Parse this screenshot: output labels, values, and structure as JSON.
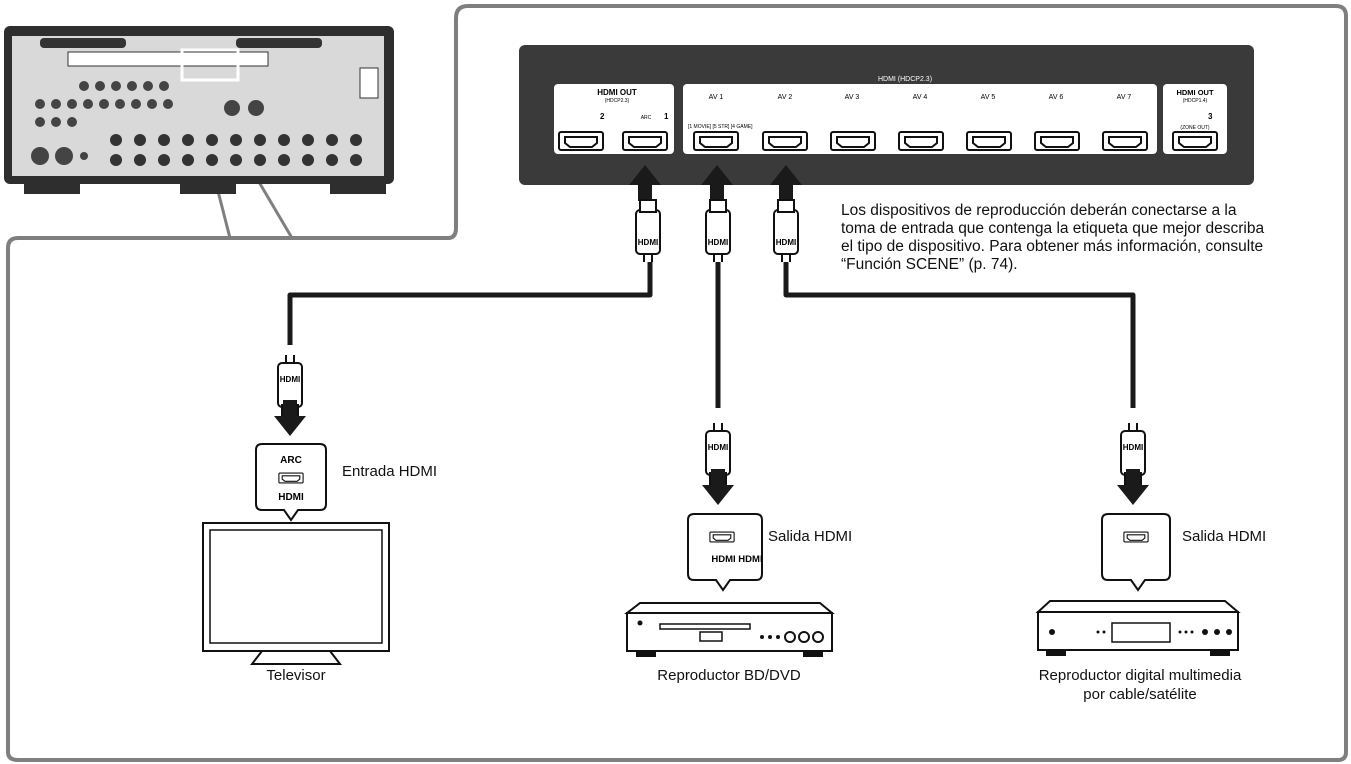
{
  "panel": {
    "hdmi_header": "HDMI (HDCP2.3)",
    "hdmi_out_left": {
      "title": "HDMI OUT",
      "sub": "(HDCP2.3)",
      "port_2": "2",
      "port_1": "1",
      "arc": "ARC"
    },
    "inputs": [
      "AV 1",
      "AV 2",
      "AV 3",
      "AV 4",
      "AV 5",
      "AV 6",
      "AV 7"
    ],
    "input_tags": "[1 MOVIE] [5 STR] [4 GAME]",
    "hdmi_out_right": {
      "title": "HDMI OUT",
      "sub": "(HDCP1.4)",
      "port_3": "3",
      "zone": "(ZONE OUT)"
    }
  },
  "cable_label": "HDMI",
  "note_lines": [
    "Los dispositivos de reproducción deberán conectarse a la",
    "toma de entrada que contenga la etiqueta que mejor describa",
    "el tipo de dispositivo. Para obtener más información, consulte",
    "“Función SCENE” (p. 74)."
  ],
  "tv": {
    "jack_arc": "ARC",
    "jack_hdmi": "HDMI",
    "jack_label": "Entrada HDMI",
    "device_label": "Televisor"
  },
  "bd": {
    "jack_text": "HDMI HDMI",
    "jack_label": "Salida HDMI",
    "device_label": "Reproductor BD/DVD"
  },
  "media": {
    "jack_label": "Salida HDMI",
    "device_label_line1": "Reproductor digital multimedia",
    "device_label_line2": "por cable/satélite"
  },
  "colors": {
    "panel": "#3a3a3a",
    "frame": "#7a7a7a",
    "cable": "#1a1a1a",
    "arrow": "#1a1a1a"
  }
}
